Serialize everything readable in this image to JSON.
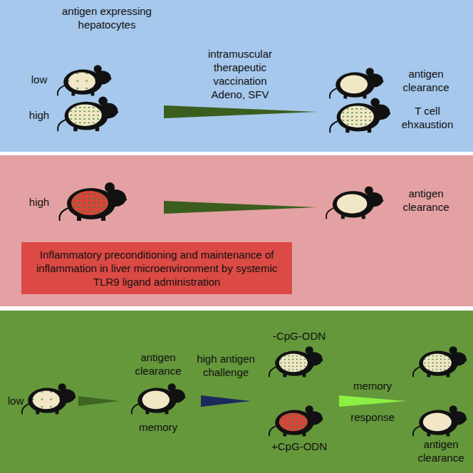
{
  "diagram": {
    "nodes": [
      {
        "text": [
          "Inflammatory preconditioning and maintenance of inflammation in liver microenvironment by systemic TLR9 ligand administration"
        ]
      }
    ],
    "labels": [
      "antigen expressing hepatocytes",
      "low",
      "high",
      "intramuscular therapeutic vaccination Adeno, SFV",
      "antigen clearance",
      "T cell ehxaustion",
      "high",
      "antigen clearance",
      "low",
      "antigen clearance",
      "memory",
      "high antigen challenge",
      "-CpG-ODN",
      "+CpG-ODN",
      "memory",
      "response",
      "antigen clearance"
    ]
  }
}
